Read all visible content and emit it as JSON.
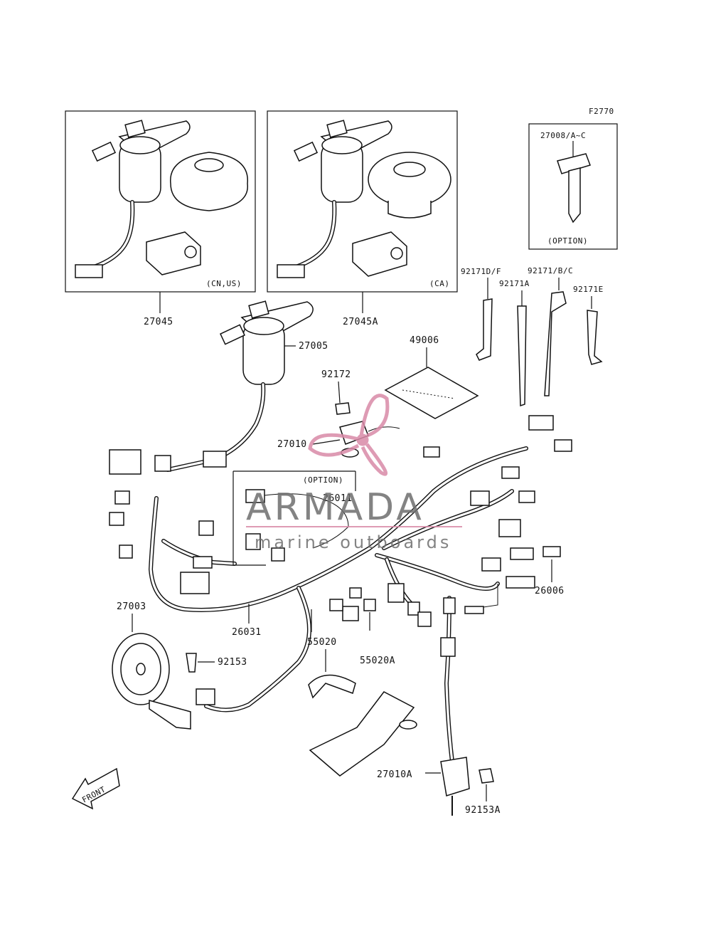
{
  "figure_code": "F2770",
  "boxes": {
    "left_variant": "(CN,US)",
    "right_variant": "(CA)",
    "option_key": "(OPTION)",
    "option_inner": "(OPTION)"
  },
  "labels": {
    "p27045": "27045",
    "p27045A": "27045A",
    "p27008": "27008/A~C",
    "p92171DF": "92171D/F",
    "p92171BC": "92171/B/C",
    "p92171A": "92171A",
    "p92171E": "92171E",
    "p27005": "27005",
    "p49006": "49006",
    "p92172": "92172",
    "p27010": "27010",
    "p26011": "26011",
    "p26006": "26006",
    "p27003": "27003",
    "p26031": "26031",
    "p55020": "55020",
    "p55020A": "55020A",
    "p92153": "92153",
    "p27010A": "27010A",
    "p92153A": "92153A"
  },
  "front_arrow": "FRONT",
  "watermark": {
    "brand": "ARMADA",
    "tagline": "marine outboards",
    "colors": {
      "propeller": "#d98aa8",
      "text": "#6e6e6e",
      "rule": "#d98aa8"
    }
  }
}
